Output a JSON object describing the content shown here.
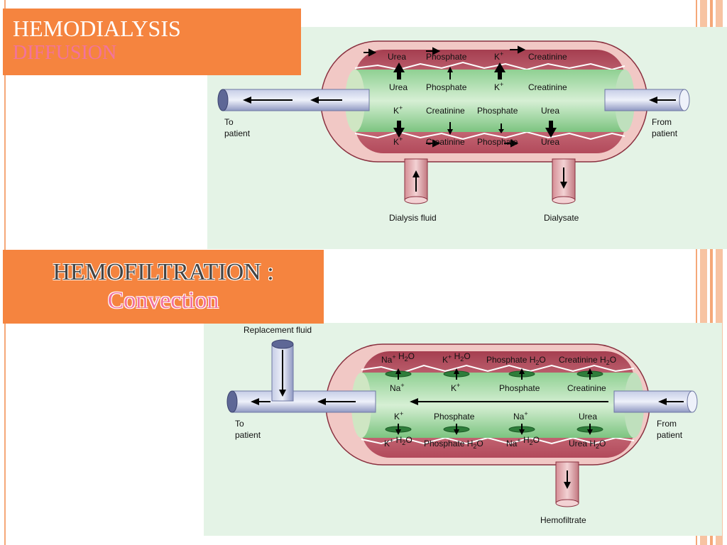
{
  "section1": {
    "title": "HEMODIALYSIS",
    "subtitle": "Diffusion",
    "diagram": {
      "outer_top_labels": [
        "Urea",
        "Phosphate",
        "K+",
        "Creatinine"
      ],
      "inner_top_labels": [
        "Urea",
        "Phosphate",
        "K+",
        "Creatinine"
      ],
      "inner_bottom_labels": [
        "K+",
        "Creatinine",
        "Phosphate",
        "Urea"
      ],
      "outer_bottom_labels": [
        "K+",
        "Creatinine",
        "Phosphate",
        "Urea"
      ],
      "to_patient": "To patient",
      "from_patient": "From patient",
      "dialysis_fluid": "Dialysis fluid",
      "dialysate": "Dialysate"
    }
  },
  "section2": {
    "title": "HEMOFILTRATION :",
    "subtitle": "Convection",
    "diagram": {
      "outer_top_labels": [
        "Na+ H2O",
        "K+ H2O",
        "Phosphate H2O",
        "Creatinine H2O"
      ],
      "inner_top_labels": [
        "Na+",
        "K+",
        "Phosphate",
        "Creatinine"
      ],
      "inner_bottom_labels": [
        "K+",
        "Phosphate",
        "Na+",
        "Urea"
      ],
      "outer_bottom_labels": [
        "K+ H2O",
        "Phosphate H2O",
        "Na+ H2O",
        "Urea H2O"
      ],
      "replacement_fluid": "Replacement fluid",
      "to_patient": "To patient",
      "from_patient": "From patient",
      "hemofiltrate": "Hemofiltrate"
    }
  },
  "colors": {
    "accent": "#f5843f",
    "subtitle_pink": "#f2739e",
    "panel": "#e4f3e6",
    "outer_wall": "#b5485a",
    "dialysate_band": "#d78a92",
    "blood_core": "#8ccd8e",
    "tube": "#9ea7cc"
  }
}
